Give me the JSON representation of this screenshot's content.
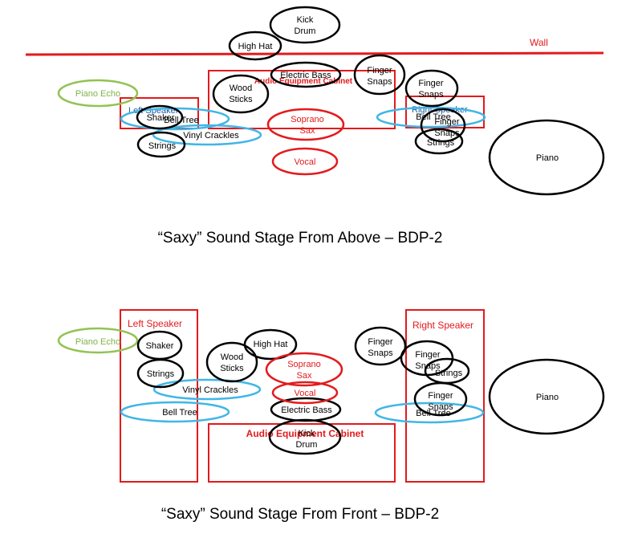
{
  "colors": {
    "red": "#e31a1c",
    "black": "#000000",
    "blue": "#41b6e6",
    "green": "#92c353",
    "green_text": "#7fb347",
    "red_text": "#e31a1c",
    "blue_text": "#1e5aa8"
  },
  "top": {
    "title": "“Saxy” Sound Stage From Above – BDP-2",
    "wall_label": "Wall",
    "cabinet_label": "Audio Equipment  Cabinet",
    "left_speaker_label": "Left Speaker",
    "right_speaker_label": "Right Speaker",
    "labels": {
      "kick_drum": [
        "Kick",
        "Drum"
      ],
      "high_hat": [
        "High Hat"
      ],
      "electric_bass": [
        "Electric Bass"
      ],
      "finger_snaps_a": [
        "Finger",
        "Snaps"
      ],
      "finger_snaps_b": [
        "Finger",
        "Snaps"
      ],
      "finger_snaps_c": [
        "Finger",
        "Snaps"
      ],
      "wood_sticks": [
        "Wood",
        "Sticks"
      ],
      "piano_echo": [
        "Piano Echo"
      ],
      "shaker": [
        "Shaker"
      ],
      "bell_tree_left": [
        "Bell Tree"
      ],
      "bell_tree_right": [
        "Bell Tree"
      ],
      "vinyl_crackles": [
        "Vinyl Crackles"
      ],
      "strings_left": [
        "Strings"
      ],
      "strings_right": [
        "Strings"
      ],
      "soprano_sax": [
        "Soprano",
        "Sax"
      ],
      "vocal": [
        "Vocal"
      ],
      "piano": [
        "Piano"
      ]
    }
  },
  "front": {
    "title": "“Saxy” Sound Stage From Front – BDP-2",
    "cabinet_label": "Audio Equipment Cabinet",
    "left_speaker_label": "Left Speaker",
    "right_speaker_label": "Right Speaker",
    "labels": {
      "piano_echo": [
        "Piano Echo"
      ],
      "shaker": [
        "Shaker"
      ],
      "strings_left": [
        "Strings"
      ],
      "vinyl_crackles": [
        "Vinyl Crackles"
      ],
      "bell_tree_left": [
        "Bell Tree"
      ],
      "wood_sticks": [
        "Wood",
        "Sticks"
      ],
      "high_hat": [
        "High Hat"
      ],
      "soprano_sax": [
        "Soprano",
        "Sax"
      ],
      "vocal": [
        "Vocal"
      ],
      "electric_bass": [
        "Electric Bass"
      ],
      "kick_drum": [
        "Kick",
        "Drum"
      ],
      "finger_snaps_a": [
        "Finger",
        "Snaps"
      ],
      "finger_snaps_b": [
        "Finger",
        "Snaps"
      ],
      "finger_snaps_c": [
        "Finger",
        "Snaps"
      ],
      "strings_right": [
        "Strings"
      ],
      "bell_tree_right": [
        "Bell Tree"
      ],
      "piano": [
        "Piano"
      ]
    }
  }
}
